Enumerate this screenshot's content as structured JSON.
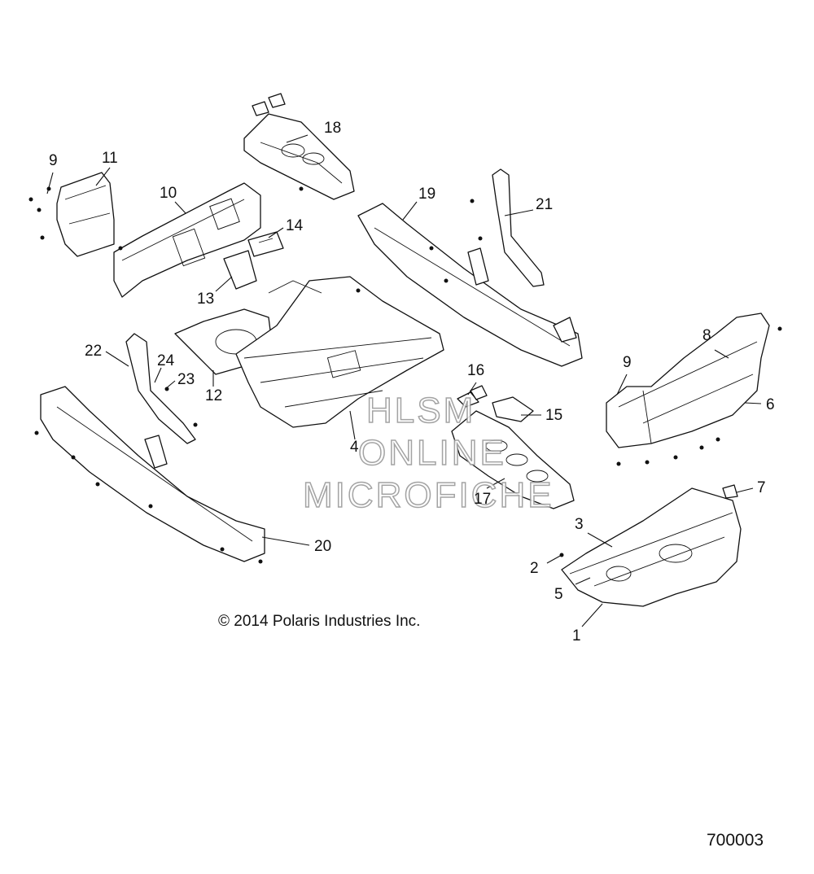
{
  "callouts": [
    "1",
    "2",
    "3",
    "4",
    "5",
    "6",
    "7",
    "8",
    "9",
    "9",
    "10",
    "11",
    "12",
    "13",
    "14",
    "15",
    "16",
    "17",
    "18",
    "19",
    "20",
    "21",
    "22",
    "23",
    "24"
  ],
  "copyright": "© 2014 Polaris Industries Inc.",
  "diagram_id": "700003",
  "watermark": [
    "HLSM",
    "ONLINE",
    "MICROFICHE"
  ]
}
